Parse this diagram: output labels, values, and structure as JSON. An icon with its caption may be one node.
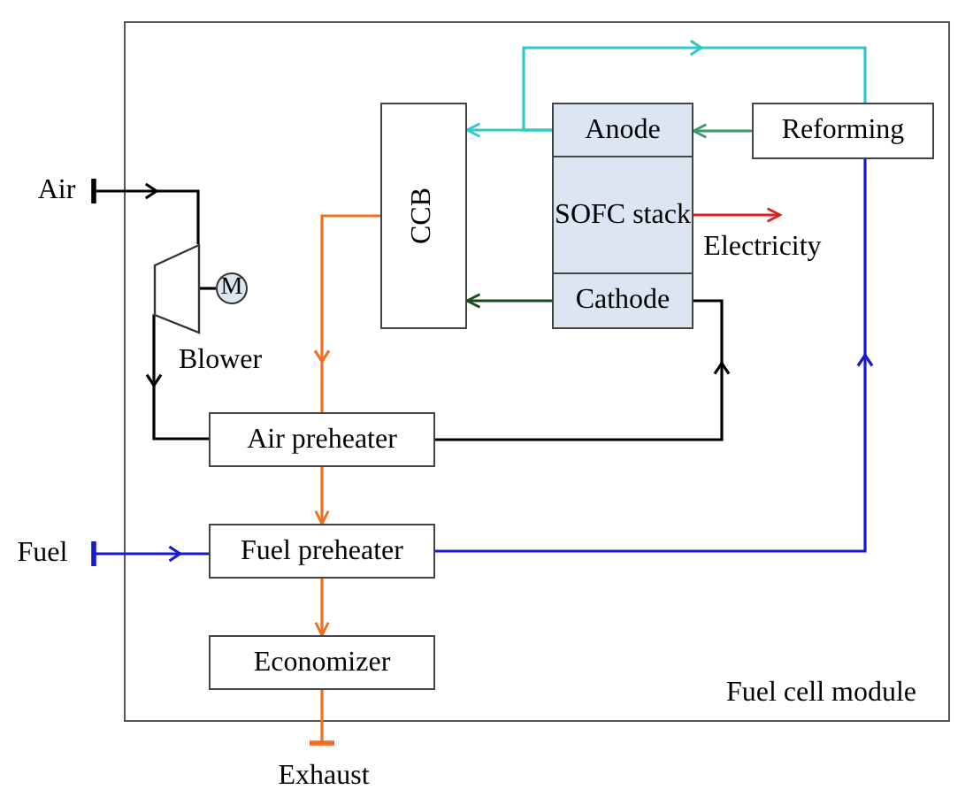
{
  "diagram": {
    "nodes": [
      {
        "text": [
          "Fuel cell module"
        ]
      },
      {
        "text": [
          "Air"
        ]
      },
      {
        "text": [
          "CCB"
        ],
        "in": 0
      },
      {
        "text": [
          "Anode"
        ],
        "in": 0
      },
      {
        "text": [
          "SOFC stack"
        ],
        "in": 0
      },
      {
        "text": [
          "Cathode"
        ],
        "in": 0
      },
      {
        "text": [
          "Reforming"
        ],
        "in": 0
      },
      {
        "text": [
          "Electricity"
        ],
        "in": 0
      },
      {
        "text": [],
        "shape": "trapezoid",
        "beside": [
          "Blower"
        ],
        "in": 0
      },
      {
        "text": [
          "M"
        ],
        "in": 0
      },
      {
        "text": [
          "Air preheater"
        ],
        "in": 0
      },
      {
        "text": [
          "Fuel"
        ]
      },
      {
        "text": [
          "Fuel preheater"
        ],
        "in": 0
      },
      {
        "text": [
          "Economizer"
        ],
        "in": 0
      },
      {
        "text": [
          "Exhaust"
        ]
      }
    ],
    "edges": [
      {
        "from": 1,
        "to": 8,
        "arrow": "to"
      },
      {
        "from": 9,
        "to": 8,
        "arrow": "none"
      },
      {
        "from": 8,
        "to": 10,
        "arrow": "to"
      },
      {
        "from": 10,
        "to": 5,
        "arrow": "to"
      },
      {
        "from": 5,
        "to": 2,
        "arrow": "to",
        "color": "#1a4a1a"
      },
      {
        "from": 6,
        "to": 3,
        "arrow": "to",
        "color": "#3a9a6a"
      },
      {
        "from": 3,
        "to": 2,
        "arrow": "to",
        "color": "#30c8c8"
      },
      {
        "from": 3,
        "to": 6,
        "arrow": "to",
        "color": "#30c8c8"
      },
      {
        "from": 4,
        "to": 7,
        "arrow": "to",
        "color": "#e02020"
      },
      {
        "from": 2,
        "to": 10,
        "arrow": "to",
        "color": "#f07020"
      },
      {
        "from": 10,
        "to": 12,
        "arrow": "to",
        "color": "#f07020"
      },
      {
        "from": 12,
        "to": 13,
        "arrow": "to",
        "color": "#f07020"
      },
      {
        "from": 13,
        "to": 14,
        "arrow": "other",
        "color": "#f07020"
      },
      {
        "from": 11,
        "to": 12,
        "arrow": "to",
        "color": "#1a1acc"
      },
      {
        "from": 12,
        "to": 6,
        "arrow": "to",
        "color": "#1a1acc"
      }
    ]
  }
}
